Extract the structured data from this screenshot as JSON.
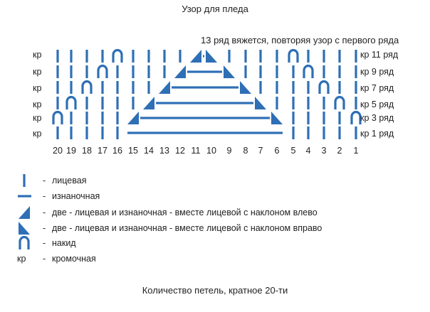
{
  "title": "Узор для пледа",
  "note": "13 ряд вяжется, повторяя узор с первого ряда",
  "rows": [
    {
      "left": "кр",
      "right": "кр  11 ряд"
    },
    {
      "left": "кр",
      "right": "кр  9 ряд"
    },
    {
      "left": "кр",
      "right": "кр  7 ряд"
    },
    {
      "left": "кр",
      "right": "кр  5 ряд"
    },
    {
      "left": "кр",
      "right": "кр  3 ряд"
    },
    {
      "left": "кр",
      "right": "кр  1 ряд"
    }
  ],
  "stitch_numbers": [
    "20",
    "19",
    "18",
    "17",
    "16",
    "15",
    "14",
    "13",
    "12",
    "11",
    "10",
    "9",
    "8",
    "7",
    "6",
    "5",
    "4",
    "3",
    "2",
    "1"
  ],
  "legend": [
    {
      "symbol": "knit",
      "dash": "-",
      "text": "лицевая"
    },
    {
      "symbol": "purl",
      "dash": "-",
      "text": "изнаночная"
    },
    {
      "symbol": "dec-left",
      "dash": "-",
      "text": "две - лицевая и изнаночная - вместе лицевой с наклоном влево"
    },
    {
      "symbol": "dec-right",
      "dash": "-",
      "text": "две - лицевая и изнаночная - вместе лицевой с наклоном вправо"
    },
    {
      "symbol": "yarn-over",
      "dash": "-",
      "text": "накид"
    },
    {
      "symbol": "кр",
      "dash": "-",
      "text": "кромочная"
    }
  ],
  "footer": "Количество петель, кратное 20-ти",
  "colors": {
    "symbol": "#2e6fb5",
    "text": "#222222"
  }
}
